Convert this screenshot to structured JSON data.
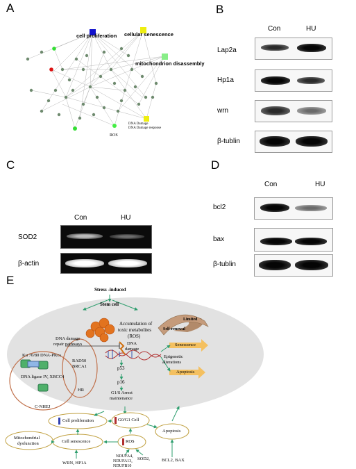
{
  "panel_a": {
    "letter": "A",
    "hubs": {
      "cell_proliferation": "cell proliferation",
      "cellular_senescence": "cellular senescence",
      "mitochondrion_disassembly": "mitochondrion disassembly",
      "dna_damage": "DNA Damage",
      "dna_damage_response": "DNA Damage response",
      "ros": "ROS"
    }
  },
  "panel_b": {
    "letter": "B",
    "lanes": [
      "Con",
      "HU"
    ],
    "rows": [
      "Lap2a",
      "Hp1a",
      "wrn",
      "β-tublin"
    ]
  },
  "panel_c": {
    "letter": "C",
    "lanes": [
      "Con",
      "HU"
    ],
    "rows": [
      "SOD2",
      "β-actin"
    ]
  },
  "panel_d": {
    "letter": "D",
    "lanes": [
      "Con",
      "HU"
    ],
    "rows": [
      "bcl2",
      "bax",
      "β-tublin"
    ]
  },
  "panel_e": {
    "letter": "E",
    "stress": "Stress -induced",
    "stem_cell": "Stem cell",
    "accum_1": "Accumulation of",
    "accum_2": "toxic metabolites",
    "accum_3": "(ROS)",
    "limited": "Limited",
    "self_renewal": "Self-renewal",
    "repair_1": "DNA damage",
    "repair_2": "repair pathways",
    "ku": "Ku 70/80 DNA-PKcs",
    "ligase": "DNA ligase IV, XRCC4",
    "rad50": "RAD50",
    "brca1": "BRCA1",
    "hr": "HR",
    "cnhej": "C-NHEJ",
    "dna_damage_1": "DNA",
    "dna_damage_2": "damage",
    "epi_1": "Epigenetic",
    "epi_2": "alterations",
    "senescence": "Senescence",
    "apoptosis": "Apoptosis",
    "p53": "p53",
    "p16": "p16",
    "arrest_1": "G1/S Arrest",
    "arrest_2": "maintenance",
    "cell_proliferation": "Cell proliferation",
    "g0g1": "G0/G1  Cell",
    "cell_senescence": "Cell senescence",
    "ros": "ROS",
    "apoptosis2": "Apoptosis",
    "mito_1": "Mitochondrial",
    "mito_2": "dysfunction",
    "wrn": "WRN, HP1A",
    "ndufa_1": "NDUFA4,",
    "ndufa_2": "NDUFA13,",
    "ndufa_3": "NDUFB10",
    "sod2": "SOD2,",
    "bcl2": "BCL2, BAX"
  }
}
